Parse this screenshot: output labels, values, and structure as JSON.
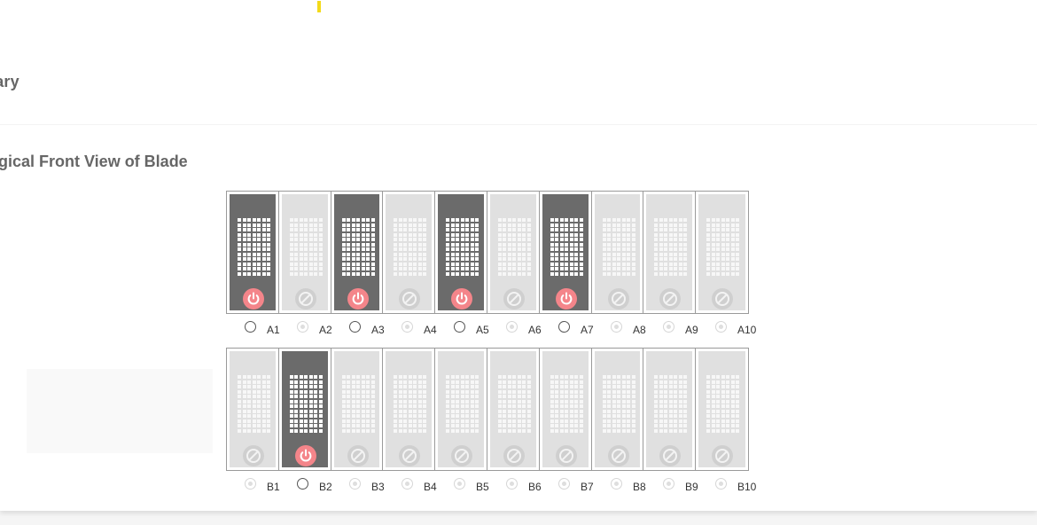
{
  "summary": {
    "title": "mary"
  },
  "panel": {
    "title": "Logical Front View of Blade"
  },
  "accent": {
    "power_on": "#f4858a",
    "blade_on": "#6b6b6b",
    "blade_off": "#e0e0e0"
  },
  "rows": [
    {
      "id": "A",
      "slots": [
        {
          "label": "A1",
          "state": "on",
          "icon": "power-icon"
        },
        {
          "label": "A2",
          "state": "off",
          "icon": "disabled-icon"
        },
        {
          "label": "A3",
          "state": "on",
          "icon": "power-icon"
        },
        {
          "label": "A4",
          "state": "off",
          "icon": "disabled-icon"
        },
        {
          "label": "A5",
          "state": "on",
          "icon": "power-icon"
        },
        {
          "label": "A6",
          "state": "off",
          "icon": "disabled-icon"
        },
        {
          "label": "A7",
          "state": "on",
          "icon": "power-icon"
        },
        {
          "label": "A8",
          "state": "off",
          "icon": "disabled-icon"
        },
        {
          "label": "A9",
          "state": "off",
          "icon": "disabled-icon"
        },
        {
          "label": "A10",
          "state": "off",
          "icon": "disabled-icon"
        }
      ]
    },
    {
      "id": "B",
      "slots": [
        {
          "label": "B1",
          "state": "off",
          "icon": "disabled-icon"
        },
        {
          "label": "B2",
          "state": "on",
          "icon": "power-icon"
        },
        {
          "label": "B3",
          "state": "off",
          "icon": "disabled-icon"
        },
        {
          "label": "B4",
          "state": "off",
          "icon": "disabled-icon"
        },
        {
          "label": "B5",
          "state": "off",
          "icon": "disabled-icon"
        },
        {
          "label": "B6",
          "state": "off",
          "icon": "disabled-icon"
        },
        {
          "label": "B7",
          "state": "off",
          "icon": "disabled-icon"
        },
        {
          "label": "B8",
          "state": "off",
          "icon": "disabled-icon"
        },
        {
          "label": "B9",
          "state": "off",
          "icon": "disabled-icon"
        },
        {
          "label": "B10",
          "state": "off",
          "icon": "disabled-icon"
        }
      ]
    }
  ]
}
